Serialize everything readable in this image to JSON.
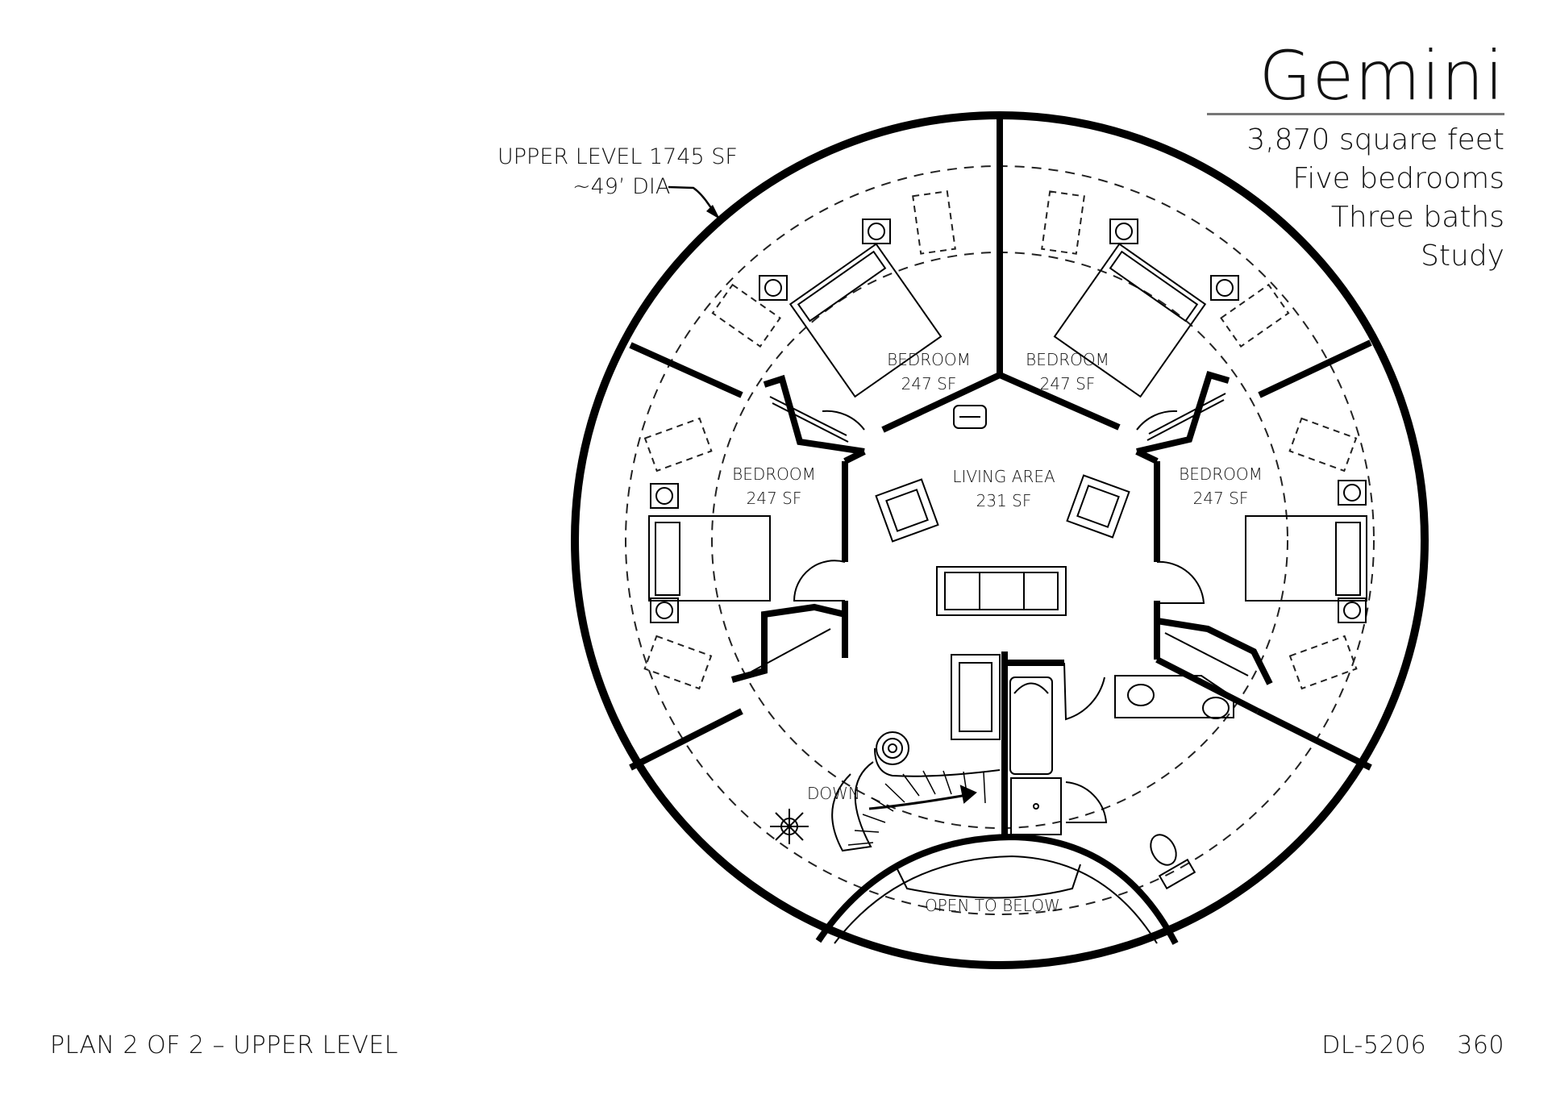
{
  "header": {
    "title": "Gemini",
    "specs": [
      "3,870 square feet",
      "Five bedrooms",
      "Three baths",
      "Study"
    ]
  },
  "plan": {
    "level_label_1": "UPPER LEVEL 1745 SF",
    "level_label_2": "~49’ DIA",
    "rooms": [
      {
        "name": "BEDROOM",
        "area": "247 SF"
      },
      {
        "name": "BEDROOM",
        "area": "247 SF"
      },
      {
        "name": "BEDROOM",
        "area": "247 SF"
      },
      {
        "name": "BEDROOM",
        "area": "247 SF"
      },
      {
        "name": "LIVING AREA",
        "area": "231 SF"
      }
    ],
    "stair_label": "DOWN",
    "open_label": "OPEN TO BELOW"
  },
  "footer": {
    "plan_label": "PLAN 2 OF 2 – UPPER LEVEL",
    "code": "DL-5206",
    "page": "360"
  }
}
